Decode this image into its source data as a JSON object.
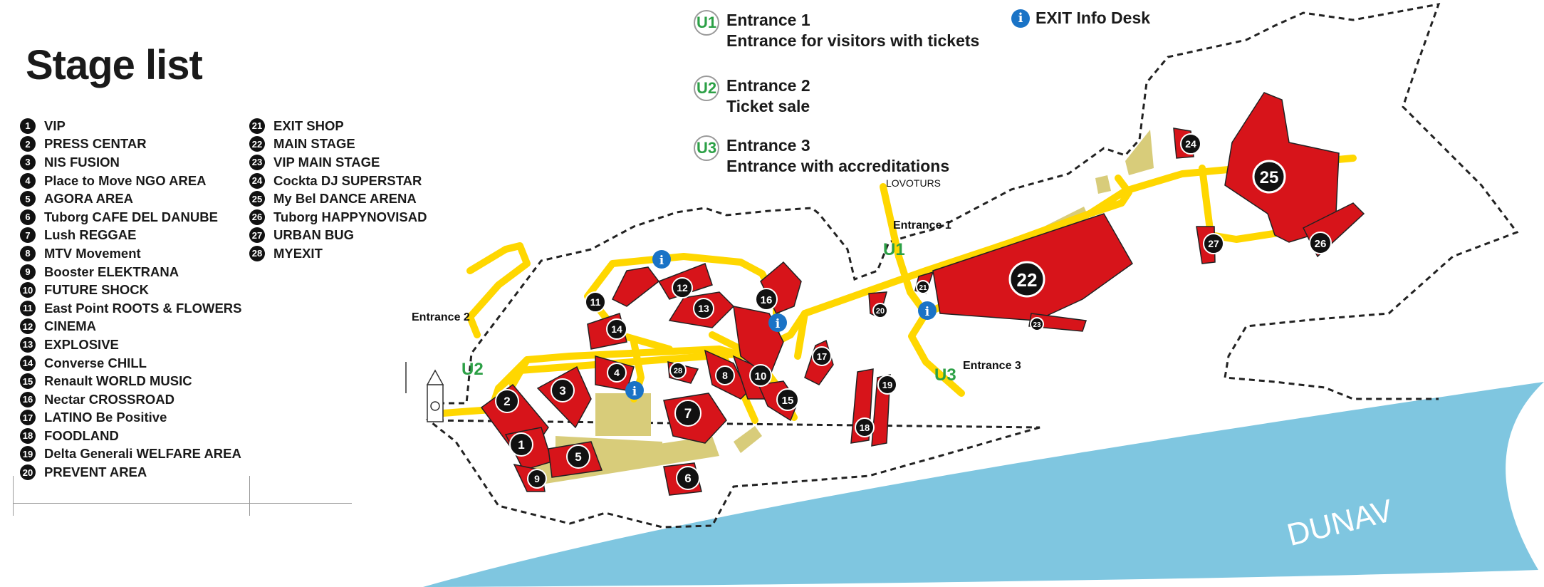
{
  "title": "Stage list",
  "stages_col1": [
    {
      "n": "1",
      "name": "VIP"
    },
    {
      "n": "2",
      "name": "PRESS CENTAR"
    },
    {
      "n": "3",
      "name": "NIS FUSION"
    },
    {
      "n": "4",
      "name": "Place to Move NGO AREA"
    },
    {
      "n": "5",
      "name": "AGORA AREA"
    },
    {
      "n": "6",
      "name": "Tuborg CAFE DEL DANUBE"
    },
    {
      "n": "7",
      "name": "Lush REGGAE"
    },
    {
      "n": "8",
      "name": "MTV Movement"
    },
    {
      "n": "9",
      "name": "Booster ELEKTRANA"
    },
    {
      "n": "10",
      "name": "FUTURE SHOCK"
    },
    {
      "n": "11",
      "name": "East Point ROOTS & FLOWERS"
    },
    {
      "n": "12",
      "name": "CINEMA"
    },
    {
      "n": "13",
      "name": "EXPLOSIVE"
    },
    {
      "n": "14",
      "name": "Converse CHILL"
    },
    {
      "n": "15",
      "name": "Renault WORLD MUSIC"
    },
    {
      "n": "16",
      "name": "Nectar CROSSROAD"
    },
    {
      "n": "17",
      "name": "LATINO Be Positive"
    },
    {
      "n": "18",
      "name": "FOODLAND"
    },
    {
      "n": "19",
      "name": "Delta Generali WELFARE AREA"
    },
    {
      "n": "20",
      "name": "PREVENT AREA"
    }
  ],
  "stages_col2": [
    {
      "n": "21",
      "name": "EXIT SHOP"
    },
    {
      "n": "22",
      "name": "MAIN STAGE"
    },
    {
      "n": "23",
      "name": "VIP MAIN STAGE"
    },
    {
      "n": "24",
      "name": "Cockta DJ SUPERSTAR"
    },
    {
      "n": "25",
      "name": "My Bel DANCE ARENA"
    },
    {
      "n": "26",
      "name": "Tuborg HAPPYNOVISAD"
    },
    {
      "n": "27",
      "name": "URBAN BUG"
    },
    {
      "n": "28",
      "name": "MYEXIT"
    }
  ],
  "legend": [
    {
      "code": "U1",
      "line1": "Entrance 1",
      "line2": "Entrance for visitors with tickets"
    },
    {
      "code": "U2",
      "line1": "Entrance 2",
      "line2": "Ticket sale"
    },
    {
      "code": "U3",
      "line1": "Entrance 3",
      "line2": "Entrance with accreditations"
    }
  ],
  "info_legend": {
    "icon": "info-icon",
    "label": "EXIT Info Desk"
  },
  "map": {
    "river_label": "DUNAV",
    "lovoturs_label": "LOVOTURS",
    "entrance1_label": "Entrance 1",
    "entrance2_label": "Entrance 2",
    "entrance3_label": "Entrance 3",
    "u1": "U1",
    "u2": "U2",
    "u3": "U3",
    "colors": {
      "stage": "#d7141a",
      "path": "#ffd700",
      "river": "#7fc6e0",
      "sand": "#d8cc7a",
      "entrance": "#2ca046",
      "info": "#1a73c6"
    }
  }
}
